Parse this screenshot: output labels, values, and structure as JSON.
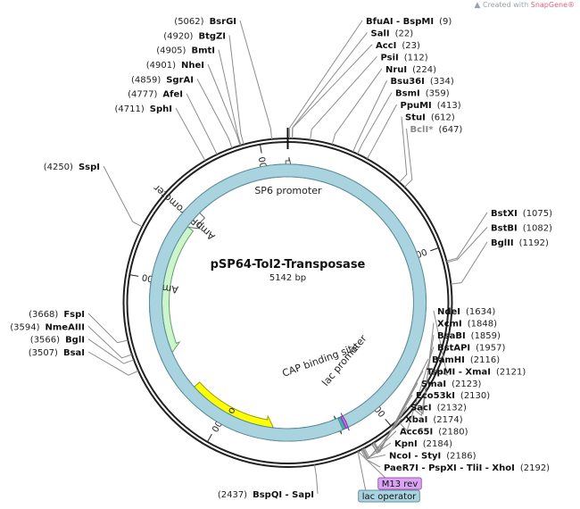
{
  "watermark": {
    "text": "Created with",
    "brand": "SnapGene®"
  },
  "plasmid": {
    "name": "pSP64-Tol2-Transposase",
    "size_label": "5142 bp",
    "length": 5142
  },
  "ticks": [
    {
      "pos": 1000,
      "label": "1000"
    },
    {
      "pos": 2000,
      "label": "2000"
    },
    {
      "pos": 3000,
      "label": "3000"
    },
    {
      "pos": 4000,
      "label": "4000"
    },
    {
      "pos": 5000,
      "label": "5000"
    }
  ],
  "sites": [
    {
      "pos": 9,
      "label": "BfuAI - BspMI",
      "pos_text": "(9)"
    },
    {
      "pos": 5062,
      "label": "BsrGI",
      "pos_text": "(5062)"
    },
    {
      "pos": 4920,
      "label": "BtgZI",
      "pos_text": "(4920)"
    },
    {
      "pos": 4905,
      "label": "BmtI",
      "pos_text": "(4905)"
    },
    {
      "pos": 4901,
      "label": "NheI",
      "pos_text": "(4901)"
    },
    {
      "pos": 4859,
      "label": "SgrAI",
      "pos_text": "(4859)"
    },
    {
      "pos": 4777,
      "label": "AfeI",
      "pos_text": "(4777)"
    },
    {
      "pos": 4711,
      "label": "SphI",
      "pos_text": "(4711)"
    },
    {
      "pos": 4250,
      "label": "SspI",
      "pos_text": "(4250)"
    },
    {
      "pos": 3668,
      "label": "FspI",
      "pos_text": "(3668)"
    },
    {
      "pos": 3594,
      "label": "NmeAIII",
      "pos_text": "(3594)"
    },
    {
      "pos": 3566,
      "label": "BglI",
      "pos_text": "(3566)"
    },
    {
      "pos": 3507,
      "label": "BsaI",
      "pos_text": "(3507)"
    },
    {
      "pos": 2437,
      "label": "BspQI - SapI",
      "pos_text": "(2437)"
    },
    {
      "pos": 22,
      "label": "SalI",
      "pos_text": "(22)"
    },
    {
      "pos": 23,
      "label": "AccI",
      "pos_text": "(23)"
    },
    {
      "pos": 112,
      "label": "PsiI",
      "pos_text": "(112)"
    },
    {
      "pos": 224,
      "label": "NruI",
      "pos_text": "(224)"
    },
    {
      "pos": 334,
      "label": "Bsu36I",
      "pos_text": "(334)"
    },
    {
      "pos": 359,
      "label": "BsmI",
      "pos_text": "(359)"
    },
    {
      "pos": 413,
      "label": "PpuMI",
      "pos_text": "(413)"
    },
    {
      "pos": 612,
      "label": "StuI",
      "pos_text": "(612)"
    },
    {
      "pos": 647,
      "label": "BclI*",
      "pos_text": "(647)",
      "nonunique": true
    },
    {
      "pos": 1075,
      "label": "BstXI",
      "pos_text": "(1075)"
    },
    {
      "pos": 1082,
      "label": "BstBI",
      "pos_text": "(1082)"
    },
    {
      "pos": 1192,
      "label": "BglII",
      "pos_text": "(1192)"
    },
    {
      "pos": 1634,
      "label": "NdeI",
      "pos_text": "(1634)"
    },
    {
      "pos": 1848,
      "label": "XcmI",
      "pos_text": "(1848)"
    },
    {
      "pos": 1859,
      "label": "BsaBI",
      "pos_text": "(1859)"
    },
    {
      "pos": 1957,
      "label": "BstAPI",
      "pos_text": "(1957)"
    },
    {
      "pos": 2116,
      "label": "BamHI",
      "pos_text": "(2116)"
    },
    {
      "pos": 2121,
      "label": "TspMI - XmaI",
      "pos_text": "(2121)"
    },
    {
      "pos": 2123,
      "label": "SmaI",
      "pos_text": "(2123)"
    },
    {
      "pos": 2130,
      "label": "Eco53kI",
      "pos_text": "(2130)"
    },
    {
      "pos": 2132,
      "label": "SacI",
      "pos_text": "(2132)"
    },
    {
      "pos": 2174,
      "label": "XbaI",
      "pos_text": "(2174)"
    },
    {
      "pos": 2180,
      "label": "Acc65I",
      "pos_text": "(2180)"
    },
    {
      "pos": 2184,
      "label": "KpnI",
      "pos_text": "(2184)"
    },
    {
      "pos": 2186,
      "label": "NcoI - StyI",
      "pos_text": "(2186)"
    },
    {
      "pos": 2192,
      "label": "PaeR7I - PspXI - TliI - XhoI",
      "pos_text": "(2192)"
    }
  ],
  "features": [
    {
      "name": "SP6 promoter",
      "start": 5130,
      "end": 5159,
      "direction": "forward",
      "color": "#ffffff",
      "stroke": "#555555"
    },
    {
      "name": "AmpR promoter",
      "start": 4507,
      "end": 4387,
      "direction": "reverse",
      "color": "#ffffff",
      "stroke": "#555555"
    },
    {
      "name": "AmpR",
      "start": 4387,
      "end": 3527,
      "direction": "reverse",
      "color": "#ccf5cc",
      "stroke": "#6a9e6a"
    },
    {
      "name": "ori",
      "start": 3257,
      "end": 2668,
      "direction": "reverse",
      "color": "#ffff00",
      "stroke": "#999900"
    },
    {
      "name": "CAP binding site",
      "start": 2310,
      "end": 2288,
      "direction": "none",
      "color": "#39b3b3",
      "stroke": "#1d6b6b"
    },
    {
      "name": "lac promoter",
      "start": 2273,
      "end": 2243,
      "direction": "reverse",
      "color": "#2e8b57",
      "stroke": "#1a5233"
    },
    {
      "name": "lac operator",
      "start": 2236,
      "end": 2220,
      "direction": "none",
      "color": "#a9d4df",
      "stroke": "#5f8f9b"
    },
    {
      "name": "M13 rev",
      "start": 2215,
      "end": 2198,
      "direction": "reverse",
      "color": "#cc66ff",
      "stroke": "#7a3d99"
    }
  ],
  "badges": [
    {
      "name": "M13 rev",
      "color": "#dba4f2",
      "border": "#9b59b6"
    },
    {
      "name": "lac operator",
      "color": "#a9d4df",
      "border": "#5f8f9b"
    }
  ]
}
